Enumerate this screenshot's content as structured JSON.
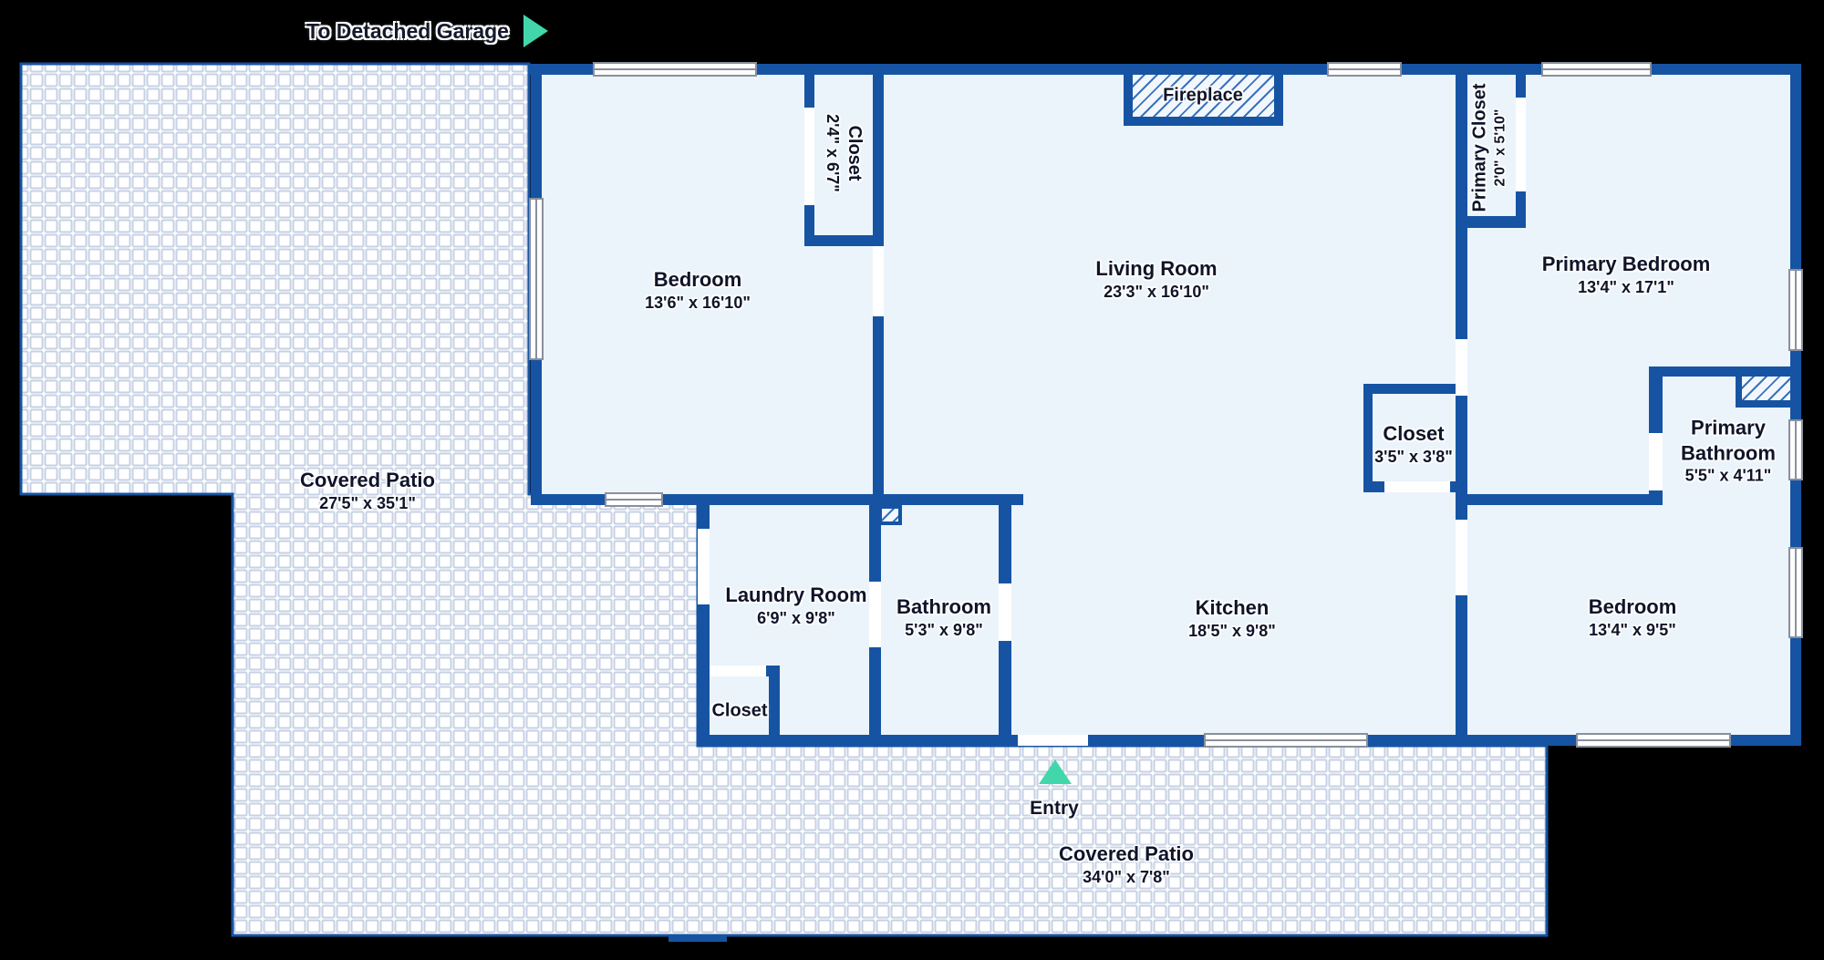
{
  "colors": {
    "wall": "#1654a3",
    "room_fill": "#ebf4fb",
    "patio_tile_line": "#c6d1e4",
    "accent_teal": "#41d7ab",
    "text": "#10142a",
    "background": "#000000"
  },
  "nav": {
    "to_garage_label": "To Detached Garage"
  },
  "markers": {
    "entry_label": "Entry"
  },
  "rooms": {
    "bedroom_top": {
      "name": "Bedroom",
      "dims": "13'6\" x 16'10\""
    },
    "bedroom_closet": {
      "name": "Closet",
      "dims": "2'4\" x 6'7\""
    },
    "living_room": {
      "name": "Living Room",
      "dims": "23'3\" x 16'10\""
    },
    "fireplace": {
      "name": "Fireplace"
    },
    "primary_closet": {
      "name": "Primary Closet",
      "dims": "2'0\" x 5'10\""
    },
    "primary_bedroom": {
      "name": "Primary Bedroom",
      "dims": "13'4\" x 17'1\""
    },
    "hall_closet": {
      "name": "Closet",
      "dims": "3'5\" x 3'8\""
    },
    "primary_bathroom": {
      "name": "Primary Bathroom",
      "dims": "5'5\" x 4'11\""
    },
    "covered_patio_left": {
      "name": "Covered Patio",
      "dims": "27'5\" x 35'1\""
    },
    "laundry_room": {
      "name": "Laundry Room",
      "dims": "6'9\" x 9'8\""
    },
    "bathroom": {
      "name": "Bathroom",
      "dims": "5'3\" x 9'8\""
    },
    "kitchen": {
      "name": "Kitchen",
      "dims": "18'5\" x 9'8\""
    },
    "bedroom_bottom": {
      "name": "Bedroom",
      "dims": "13'4\" x 9'5\""
    },
    "laundry_closet": {
      "name": "Closet"
    },
    "covered_patio_bottom": {
      "name": "Covered Patio",
      "dims": "34'0\" x 7'8\""
    }
  }
}
